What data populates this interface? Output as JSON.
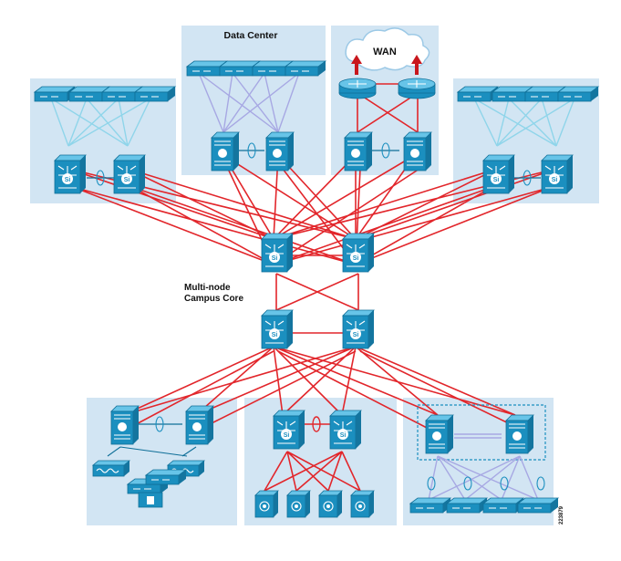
{
  "labels": {
    "data_center": "Data Center",
    "wan": "WAN",
    "core_line1": "Multi-node",
    "core_line2": "Campus Core",
    "figure_id": "223879"
  },
  "colors": {
    "zone": "#d2e5f3",
    "link": "#e2262b",
    "device": "#1b8fbf"
  }
}
